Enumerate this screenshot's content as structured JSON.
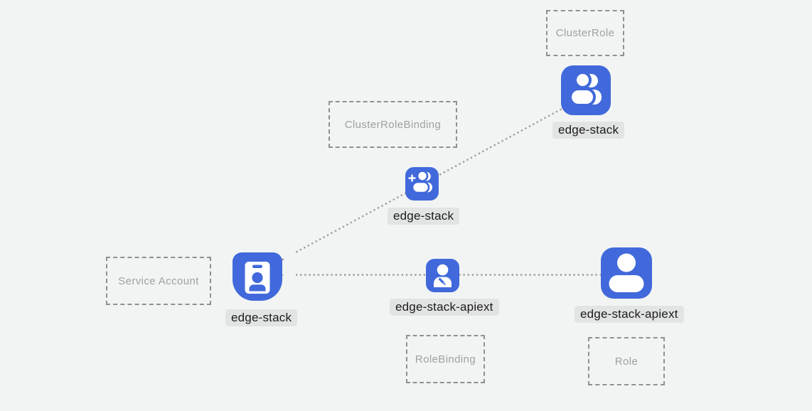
{
  "colors": {
    "background": "#F2F4F3",
    "node_blue": "#4169DB",
    "glyph_white": "#FFFFFF",
    "label_bg": "#E2E4E3",
    "label_text": "#1B1B1B",
    "box_border": "#8D9190",
    "box_text": "#9DA1A0",
    "edge_gray": "#9E9E9E"
  },
  "kind_boxes": {
    "cluster_role": {
      "label": "ClusterRole"
    },
    "cluster_role_binding": {
      "label": "ClusterRoleBinding"
    },
    "service_account": {
      "label": "Service Account"
    },
    "role_binding": {
      "label": "RoleBinding"
    },
    "role": {
      "label": "Role"
    }
  },
  "nodes": {
    "cluster_role": {
      "label": "edge-stack",
      "icon": "users-icon",
      "kind_box": "ClusterRole"
    },
    "cluster_role_binding": {
      "label": "edge-stack",
      "icon": "user-plus-icon",
      "kind_box": "ClusterRoleBinding"
    },
    "service_account": {
      "label": "edge-stack",
      "icon": "id-badge-icon",
      "kind_box": "Service Account"
    },
    "role_binding": {
      "label": "edge-stack-apiext",
      "icon": "user-edit-icon",
      "kind_box": "RoleBinding"
    },
    "role": {
      "label": "edge-stack-apiext",
      "icon": "user-icon",
      "kind_box": "Role"
    }
  },
  "edges": [
    {
      "from": "cluster_role",
      "via": "cluster_role_binding",
      "to": "service_account",
      "style": "dotted",
      "arrowhead": "at-service-account"
    },
    {
      "from": "role",
      "via": "role_binding",
      "to": "service_account",
      "style": "dotted",
      "arrowhead": "at-service-account"
    }
  ]
}
